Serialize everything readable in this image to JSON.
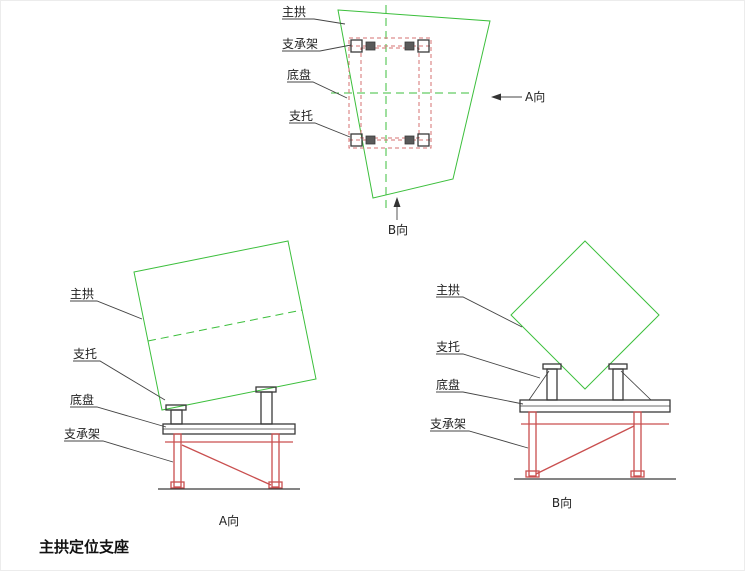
{
  "page_title": "主拱定位支座",
  "colors": {
    "arch_green": "#3cbf3c",
    "hidden_red": "#d47272",
    "frame_red": "#c94f4f",
    "structure_dark": "#3a3a3a"
  },
  "top_view": {
    "labels": {
      "main_arch": "主拱",
      "support_frame": "支承架",
      "base_plate": "底盘",
      "bracket": "支托"
    },
    "view_arrow_a": "A向",
    "view_arrow_b": "B向"
  },
  "view_a": {
    "labels": {
      "main_arch": "主拱",
      "bracket": "支托",
      "base_plate": "底盘",
      "support_frame": "支承架"
    },
    "caption": "A向"
  },
  "view_b": {
    "labels": {
      "main_arch": "主拱",
      "bracket": "支托",
      "base_plate": "底盘",
      "support_frame": "支承架"
    },
    "caption": "B向"
  }
}
